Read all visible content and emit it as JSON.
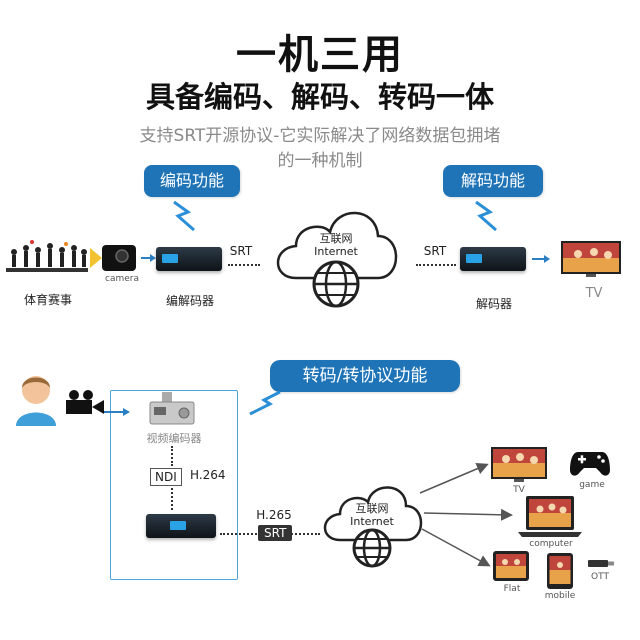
{
  "header": {
    "title": "一机三用",
    "subtitle": "具备编码、解码、转码一体",
    "description_line1": "支持SRT开源协议-它实际解决了网络数据包拥堵",
    "description_line2": "的一种机制"
  },
  "top_section": {
    "encode_bubble": "编码功能",
    "decode_bubble": "解码功能",
    "sports_label": "体育赛事",
    "camera_label": "camera",
    "encoder_label": "编解码器",
    "srt_left": "SRT",
    "srt_right": "SRT",
    "cloud_line1": "互联网",
    "cloud_line2": "Internet",
    "decoder_label": "解码器",
    "tv_label": "TV"
  },
  "bottom_section": {
    "transcode_bubble": "转码/转协议功能",
    "video_encoder_label": "视频编码器",
    "ndi_tag": "NDI",
    "h264_label": "H.264",
    "h265_label": "H.265",
    "srt_tag": "SRT",
    "cloud_line1": "互联网",
    "cloud_line2": "Internet",
    "tv_label": "TV",
    "game_label": "game",
    "computer_label": "computer",
    "flat_label": "Flat",
    "mobile_label": "mobile",
    "ott_label": "OTT"
  },
  "colors": {
    "bubble_blue": "#1f74b8",
    "frame_blue": "#4fa6dc",
    "arrow_blue": "#2a7fc4",
    "camera_yellow": "#f2c230"
  }
}
